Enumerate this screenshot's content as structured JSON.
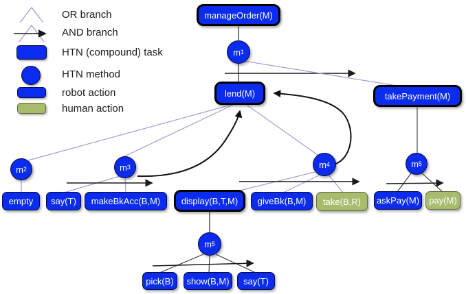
{
  "legend": {
    "items": [
      {
        "label": "OR branch",
        "glyph": "or-branch-caret"
      },
      {
        "label": "AND branch",
        "glyph": "and-branch-caret-arrow"
      },
      {
        "label": "HTN (compound) task",
        "glyph": "compound-task-swatch"
      },
      {
        "label": "HTN method",
        "glyph": "method-circle-swatch"
      },
      {
        "label": "robot action",
        "glyph": "robot-action-swatch"
      },
      {
        "label": "human action",
        "glyph": "human-action-swatch"
      }
    ]
  },
  "nodes": {
    "manage_order": "manageOrder(M)",
    "lend": "lend(M)",
    "take_payment": "takePayment(M)",
    "display": "display(B,T,M)",
    "empty": "empty",
    "say_t": "say(T)",
    "make_bk_acc": "makeBkAcc(B,M)",
    "give_bk": "giveBk(B,M)",
    "take": "take(B,R)",
    "ask_pay": "askPay(M)",
    "pay": "pay(M)",
    "pick": "pick(B)",
    "show": "show(B,M)",
    "say_t2": "say(T)"
  },
  "methods": {
    "m1": {
      "base": "m",
      "sub": "1"
    },
    "m2": {
      "base": "m",
      "sub": "2"
    },
    "m3": {
      "base": "m",
      "sub": "3"
    },
    "m4": {
      "base": "m",
      "sub": "4"
    },
    "m5_display": {
      "base": "m",
      "sub": "5"
    },
    "m5_payment": {
      "base": "m",
      "sub": "5"
    }
  },
  "colors": {
    "task_fill": "#0b2cee",
    "human_fill": "#a9bb6d",
    "compound_border": "#000000",
    "or_and_branch_line": "#a79bd4",
    "arrow_line": "#1a1a1a",
    "node_text": "#ffffff",
    "legend_text": "#1a1a1a"
  }
}
